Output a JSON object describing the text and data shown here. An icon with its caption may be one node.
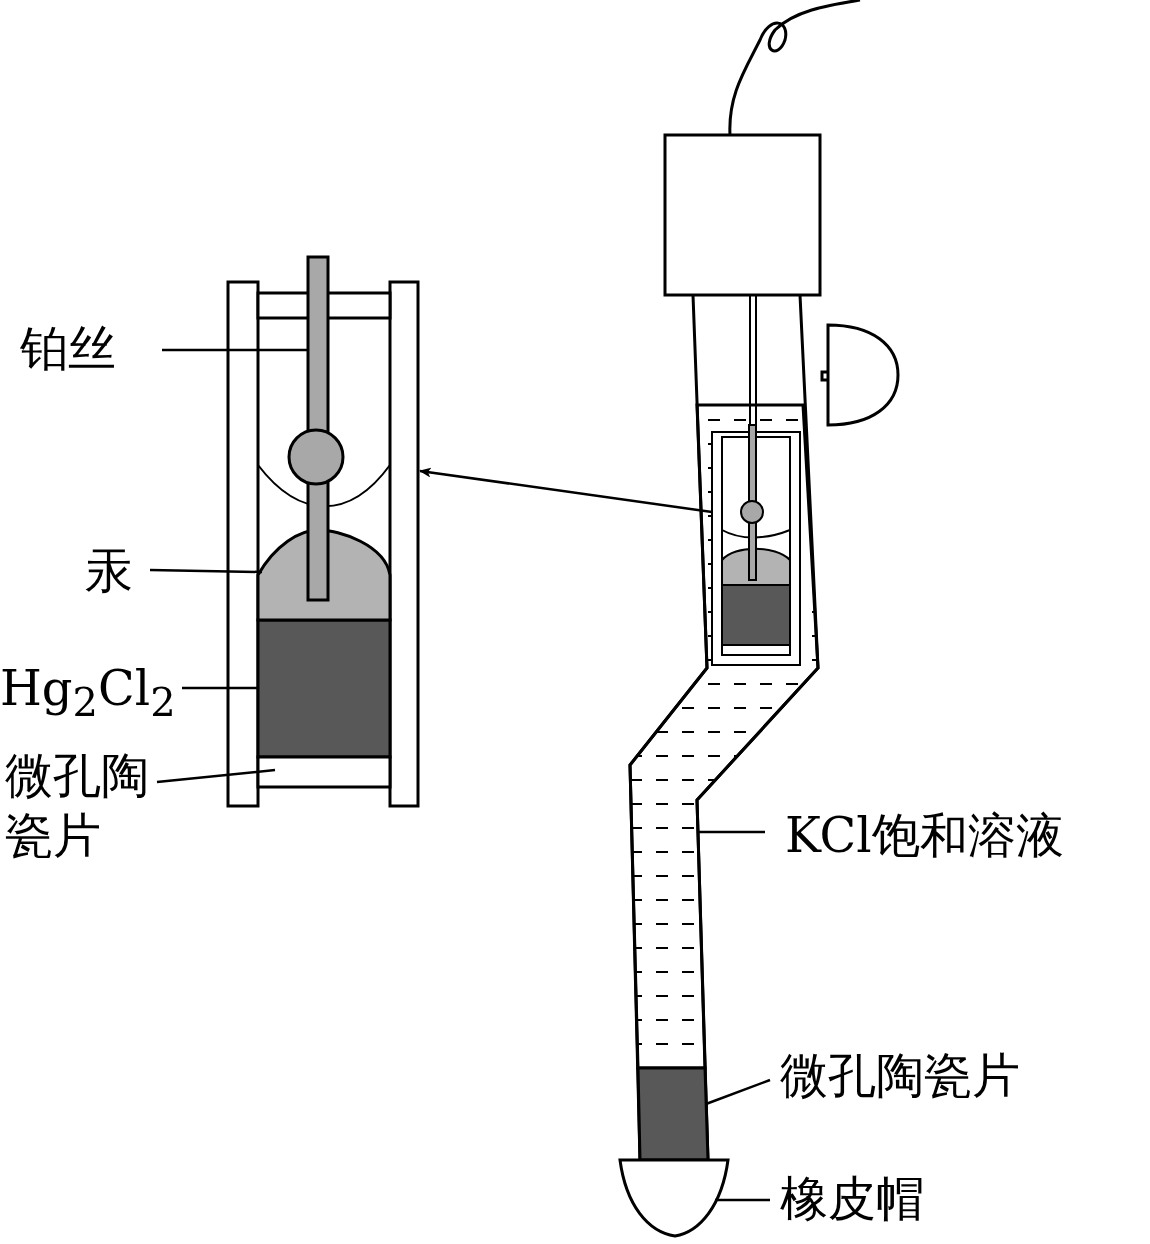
{
  "diagram": {
    "nodes": [
      {
        "text": [],
        "shape": "box"
      },
      {
        "text": [
          "铂丝"
        ]
      },
      {
        "text": [],
        "shape": "bar",
        "in": 0
      },
      {
        "text": [
          "汞"
        ]
      },
      {
        "text": [],
        "shape": "dome",
        "in": 0
      },
      {
        "text": [
          "Hg$_{2}$Cl$_{2}$"
        ]
      },
      {
        "text": [],
        "shape": "box",
        "in": 0
      },
      {
        "text": [
          "微孔陶瓷片"
        ]
      },
      {
        "text": [],
        "shape": "bar",
        "in": 0
      },
      {
        "text": [],
        "shape": "box",
        "in": 11
      },
      {
        "text": [
          "KCl饱和溶液"
        ]
      },
      {
        "text": [],
        "shape": "box"
      },
      {
        "text": [
          "微孔陶瓷片"
        ]
      },
      {
        "text": [],
        "shape": "box"
      },
      {
        "text": [
          "橡皮帽"
        ]
      },
      {
        "text": [],
        "shape": "dome"
      }
    ],
    "edges": [
      {
        "from": 1,
        "to": 2,
        "arrow": "none"
      },
      {
        "from": 3,
        "to": 4,
        "arrow": "none"
      },
      {
        "from": 5,
        "to": 6,
        "arrow": "none"
      },
      {
        "from": 7,
        "to": 8,
        "arrow": "none"
      },
      {
        "from": 9,
        "to": 0,
        "arrow": "to"
      },
      {
        "from": 10,
        "to": 11,
        "arrow": "none"
      },
      {
        "from": 12,
        "to": 13,
        "arrow": "none"
      },
      {
        "from": 14,
        "to": 15,
        "arrow": "none"
      }
    ]
  }
}
